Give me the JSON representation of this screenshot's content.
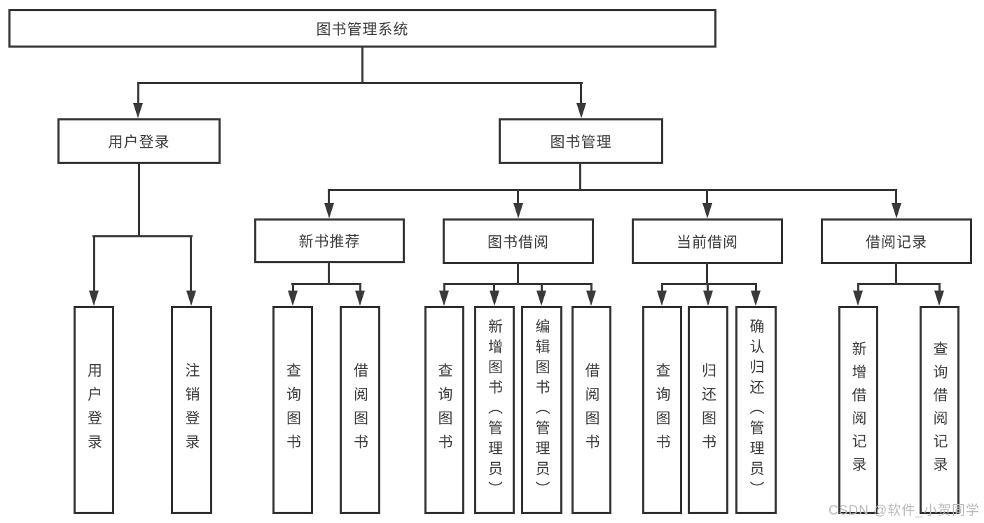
{
  "diagram": {
    "type": "hierarchy-tree",
    "nodes": {
      "root": "图书管理系统",
      "level2": {
        "user_login": "用户登录",
        "book_management": "图书管理"
      },
      "level3": {
        "new_book_recommend": "新书推荐",
        "book_borrowing": "图书借阅",
        "current_borrowing": "当前借阅",
        "borrowing_records": "借阅记录"
      },
      "leaves": {
        "user_login": "用户登录",
        "logout_login": "注销登录",
        "recommend_query_books": "查询图书",
        "recommend_borrow_books": "借阅图书",
        "borrowing_query_books": "查询图书",
        "borrowing_add_books_admin": "新增图书（管理员）",
        "borrowing_edit_books_admin": "编辑图书（管理员）",
        "borrowing_borrow_books": "借阅图书",
        "current_query_books": "查询图书",
        "current_return_books": "归还图书",
        "current_confirm_return_admin": "确认归还（管理员）",
        "records_add_record": "新增借阅记录",
        "records_query_record": "查询借阅记录"
      }
    },
    "hierarchy": {
      "图书管理系统": [
        "用户登录",
        "图书管理"
      ],
      "用户登录": [
        "用户登录",
        "注销登录"
      ],
      "图书管理": [
        "新书推荐",
        "图书借阅",
        "当前借阅",
        "借阅记录"
      ],
      "新书推荐": [
        "查询图书",
        "借阅图书"
      ],
      "图书借阅": [
        "查询图书",
        "新增图书（管理员）",
        "编辑图书（管理员）",
        "借阅图书"
      ],
      "当前借阅": [
        "查询图书",
        "归还图书",
        "确认归还（管理员）"
      ],
      "借阅记录": [
        "新增借阅记录",
        "查询借阅记录"
      ]
    },
    "colors": {
      "line": "#3a3a3c",
      "box_border": "#353537",
      "text": "#3b3b3d",
      "background": "#ffffff",
      "watermark": "#beb8b9"
    }
  },
  "watermark": {
    "text": "CSDN @软件_小贺同学"
  }
}
